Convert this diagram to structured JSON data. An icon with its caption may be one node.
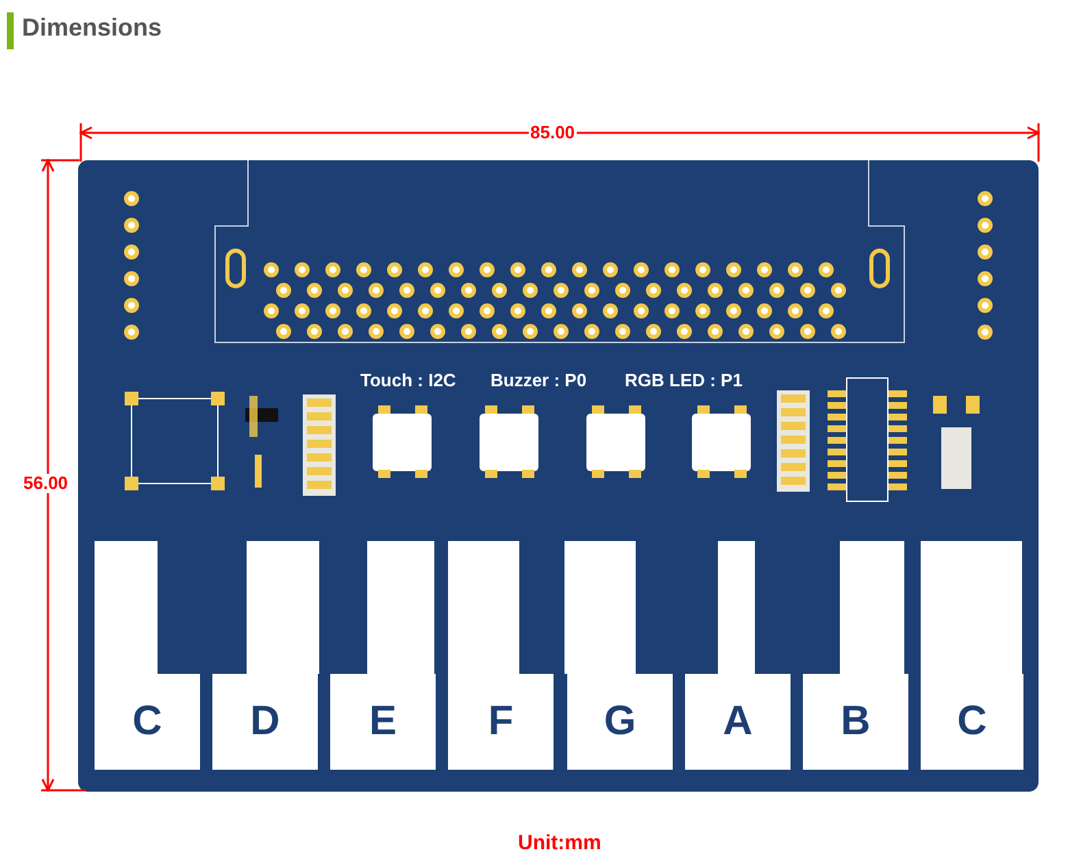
{
  "diagram": {
    "title": "Dimensions",
    "nodes": [
      {
        "text": [
          "C"
        ]
      },
      {
        "text": [
          "D"
        ]
      },
      {
        "text": [
          "E"
        ]
      },
      {
        "text": [
          "F"
        ]
      },
      {
        "text": [
          "G"
        ]
      },
      {
        "text": [
          "A"
        ]
      },
      {
        "text": [
          "B"
        ]
      },
      {
        "text": [
          "C"
        ]
      }
    ],
    "edges": [],
    "labels": [
      "85.00",
      "56.00",
      "Touch : I2C",
      "Buzzer : P0",
      "RGB LED : P1",
      "Unit:mm"
    ]
  }
}
